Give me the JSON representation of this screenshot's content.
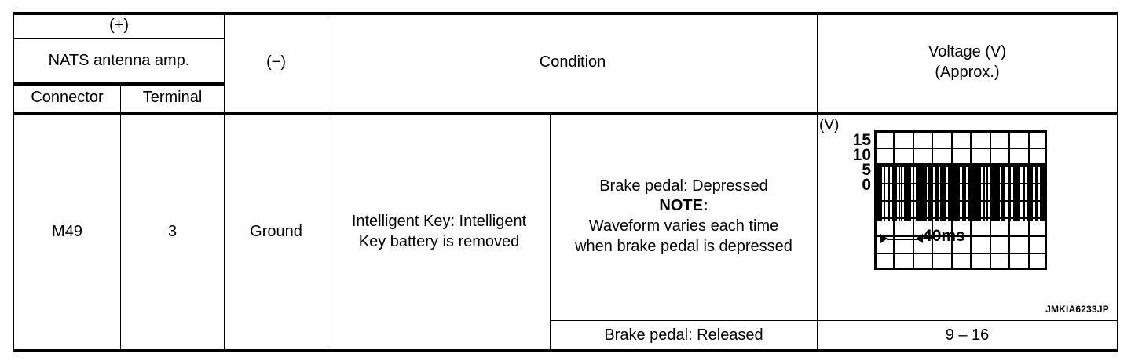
{
  "table": {
    "headers": {
      "plus": "(+)",
      "component": "NATS antenna amp.",
      "connector": "Connector",
      "terminal": "Terminal",
      "minus": "(−)",
      "condition": "Condition",
      "voltage_line1": "Voltage (V)",
      "voltage_line2": "(Approx.)"
    },
    "rows": [
      {
        "connector": "M49",
        "terminal": "3",
        "ground": "Ground",
        "condition_primary": "Intelligent Key: Intelligent Key battery is removed",
        "condition_detail_line1": "Brake pedal: Depressed",
        "condition_detail_note_label": "NOTE:",
        "condition_detail_line2": "Waveform varies each time",
        "condition_detail_line3": "when brake pedal is depressed"
      },
      {
        "condition_detail": "Brake pedal: Released",
        "voltage": "9 – 16"
      }
    ]
  },
  "waveform_figure": {
    "unit_label": "(V)",
    "y_ticks": [
      "15",
      "10",
      "5",
      "0"
    ],
    "time_marker_label": "40ms",
    "figure_id": "JMKIA6233JP",
    "grid_columns": 9,
    "grid_rows": 8
  },
  "chart_data": {
    "type": "line",
    "title": "",
    "xlabel": "",
    "ylabel": "(V)",
    "ylim": [
      0,
      20
    ],
    "ytick_values": [
      15,
      10,
      5,
      0
    ],
    "grid": true,
    "annotations": [
      "40ms"
    ],
    "description": "Pulse-train oscilloscope waveform, dense irregular square pulses between 0 V and about 13 V",
    "pulse_high_voltage": 13,
    "pulse_low_voltage": 0,
    "time_per_division_ms": 40,
    "pulse_segments": [
      {
        "x": 0,
        "w": 7
      },
      {
        "x": 9,
        "w": 2
      },
      {
        "x": 14,
        "w": 3
      },
      {
        "x": 20,
        "w": 6
      },
      {
        "x": 28,
        "w": 2
      },
      {
        "x": 31,
        "w": 2
      },
      {
        "x": 35,
        "w": 9
      },
      {
        "x": 46,
        "w": 2
      },
      {
        "x": 50,
        "w": 14
      },
      {
        "x": 66,
        "w": 6
      },
      {
        "x": 75,
        "w": 4
      },
      {
        "x": 81,
        "w": 7
      },
      {
        "x": 91,
        "w": 4
      },
      {
        "x": 97,
        "w": 9
      },
      {
        "x": 109,
        "w": 5
      },
      {
        "x": 117,
        "w": 16
      },
      {
        "x": 135,
        "w": 3
      },
      {
        "x": 140,
        "w": 2
      },
      {
        "x": 145,
        "w": 12
      },
      {
        "x": 159,
        "w": 5
      },
      {
        "x": 167,
        "w": 4
      },
      {
        "x": 174,
        "w": 9
      },
      {
        "x": 186,
        "w": 3
      },
      {
        "x": 191,
        "w": 8
      },
      {
        "x": 202,
        "w": 4
      },
      {
        "x": 208,
        "w": 6
      }
    ]
  }
}
